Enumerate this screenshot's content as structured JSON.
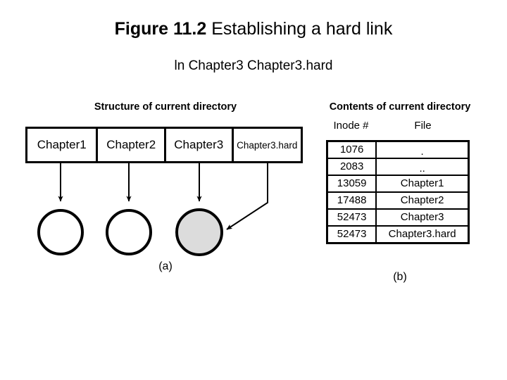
{
  "title": {
    "figure_label": "Figure 11.2",
    "caption": "Establishing a hard link",
    "command": "ln  Chapter3  Chapter3.hard"
  },
  "panel_a": {
    "heading": "Structure of current directory",
    "label": "(a)",
    "cells": [
      {
        "name": "Chapter1"
      },
      {
        "name": "Chapter2"
      },
      {
        "name": "Chapter3"
      },
      {
        "name": "Chapter3.hard"
      }
    ],
    "inodes": [
      {
        "id": "inode-chapter1",
        "filled": false
      },
      {
        "id": "inode-chapter2",
        "filled": false
      },
      {
        "id": "inode-chapter3",
        "filled": true
      }
    ],
    "colors": {
      "line": "#000000",
      "inode_fill_shared": "#dcdcdc",
      "inode_fill_plain": "#ffffff"
    }
  },
  "panel_b": {
    "heading": "Contents of current directory",
    "label": "(b)",
    "columns": [
      "Inode #",
      "File"
    ],
    "rows": [
      {
        "inode": "1076",
        "file": "."
      },
      {
        "inode": "2083",
        "file": ".."
      },
      {
        "inode": "13059",
        "file": "Chapter1"
      },
      {
        "inode": "17488",
        "file": "Chapter2"
      },
      {
        "inode": "52473",
        "file": "Chapter3"
      },
      {
        "inode": "52473",
        "file": "Chapter3.hard"
      }
    ]
  }
}
